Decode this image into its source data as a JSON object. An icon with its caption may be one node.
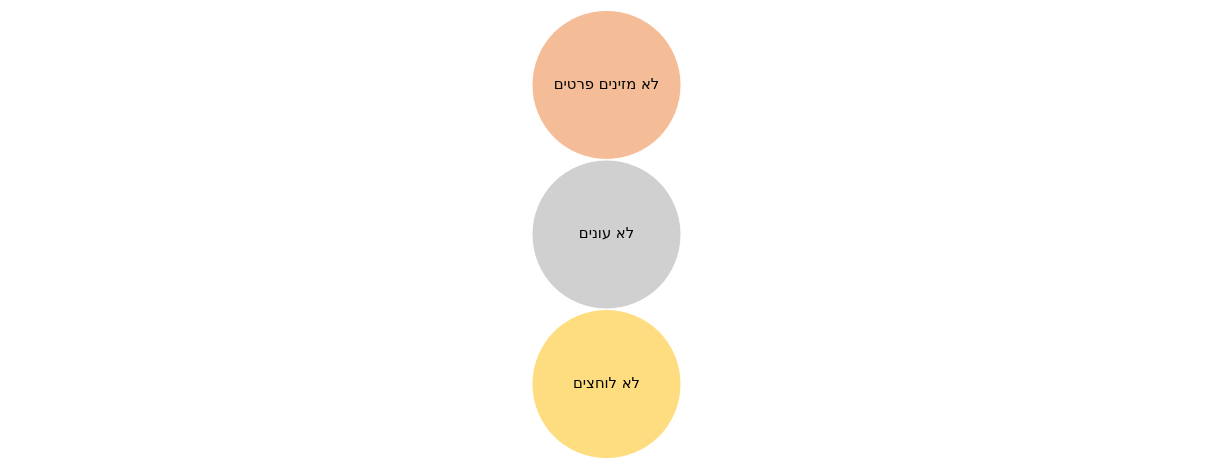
{
  "diagram": {
    "nodes": [
      {
        "text": [
          "לא מזינים פרטים"
        ]
      },
      {
        "text": [
          "לא עונים"
        ]
      },
      {
        "text": [
          "לא לוחצים"
        ]
      }
    ]
  }
}
